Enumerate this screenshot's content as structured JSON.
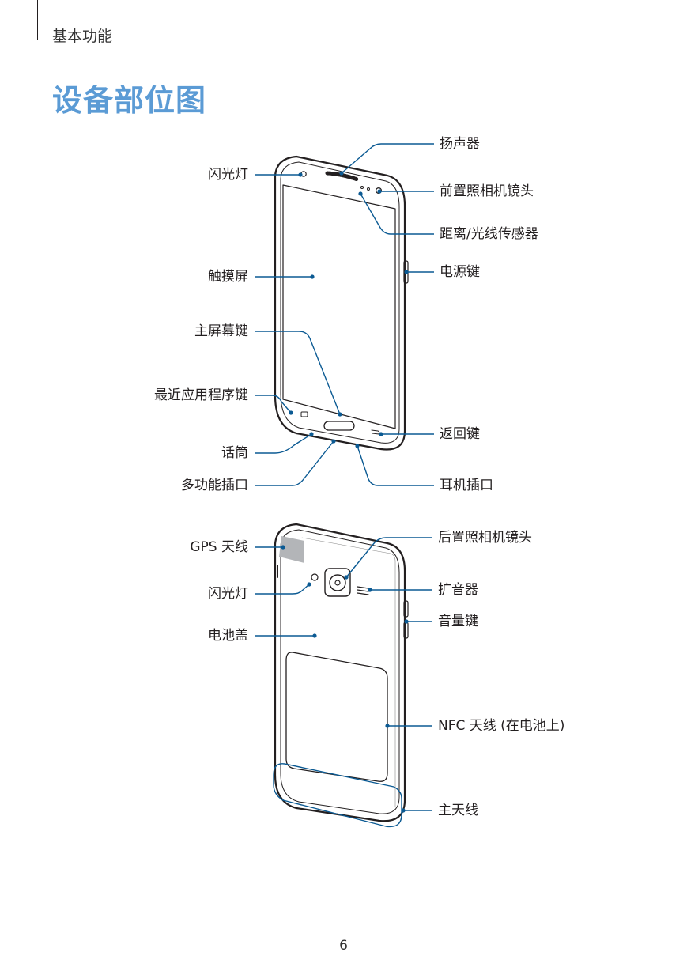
{
  "header": {
    "section": "基本功能"
  },
  "title": "设备部位图",
  "front": {
    "left": [
      {
        "name": "flash-label",
        "text": "闪光灯"
      },
      {
        "name": "touchscreen-label",
        "text": "触摸屏"
      },
      {
        "name": "home-key-label",
        "text": "主屏幕键"
      },
      {
        "name": "recent-apps-key-label",
        "text": "最近应用程序键"
      },
      {
        "name": "microphone-label",
        "text": "话筒"
      },
      {
        "name": "multipurpose-jack-label",
        "text": "多功能插口"
      }
    ],
    "right": [
      {
        "name": "speaker-label",
        "text": "扬声器"
      },
      {
        "name": "front-camera-label",
        "text": "前置照相机镜头"
      },
      {
        "name": "proximity-light-sensor-label",
        "text": "距离/光线传感器"
      },
      {
        "name": "power-key-label",
        "text": "电源键"
      },
      {
        "name": "back-key-label",
        "text": "返回键"
      },
      {
        "name": "earphone-jack-label",
        "text": "耳机插口"
      }
    ]
  },
  "back": {
    "left": [
      {
        "name": "gps-antenna-label",
        "text": "GPS 天线"
      },
      {
        "name": "rear-flash-label",
        "text": "闪光灯"
      },
      {
        "name": "battery-cover-label",
        "text": "电池盖"
      }
    ],
    "right": [
      {
        "name": "rear-camera-label",
        "text": "后置照相机镜头"
      },
      {
        "name": "loudspeaker-label",
        "text": "扩音器"
      },
      {
        "name": "volume-key-label",
        "text": "音量键"
      },
      {
        "name": "nfc-antenna-label",
        "text": "NFC 天线 (在电池上)"
      },
      {
        "name": "main-antenna-label",
        "text": "主天线"
      }
    ]
  },
  "page_number": "6",
  "colors": {
    "title": "#5b9bd5",
    "callout": "#0b5a93",
    "text": "#231f20"
  }
}
